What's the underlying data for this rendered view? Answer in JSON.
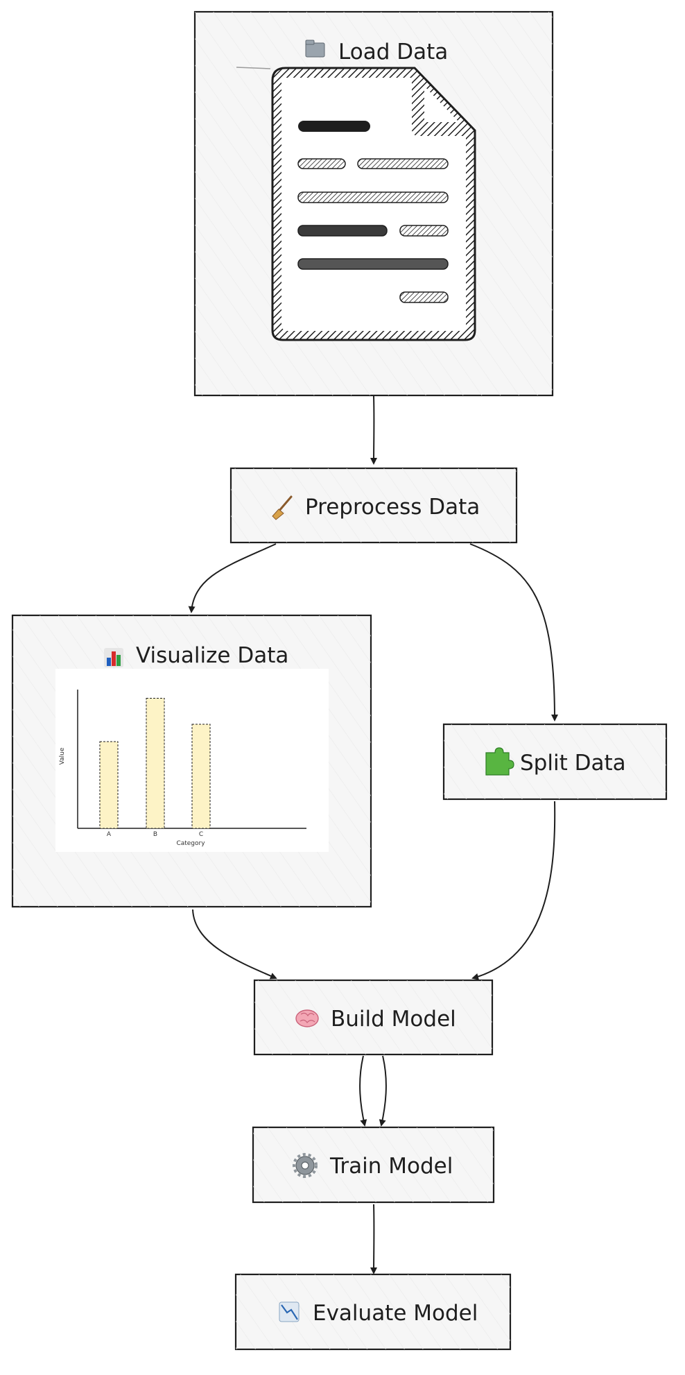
{
  "diagram": {
    "nodes": {
      "load": {
        "label": "Load Data",
        "icon": "folder-icon"
      },
      "preprocess": {
        "label": "Preprocess Data",
        "icon": "broom-icon"
      },
      "visualize": {
        "label": "Visualize Data",
        "icon": "bar-chart-icon"
      },
      "split": {
        "label": "Split Data",
        "icon": "puzzle-icon"
      },
      "build": {
        "label": "Build Model",
        "icon": "brain-icon"
      },
      "train": {
        "label": "Train Model",
        "icon": "gear-icon"
      },
      "evaluate": {
        "label": "Evaluate Model",
        "icon": "chart-decreasing-icon"
      }
    },
    "edges": [
      {
        "from": "Load Data",
        "to": "Preprocess Data"
      },
      {
        "from": "Preprocess Data",
        "to": "Visualize Data"
      },
      {
        "from": "Preprocess Data",
        "to": "Split Data"
      },
      {
        "from": "Visualize Data",
        "to": "Build Model"
      },
      {
        "from": "Split Data",
        "to": "Build Model"
      },
      {
        "from": "Build Model",
        "to": "Train Model"
      },
      {
        "from": "Build Model",
        "to": "Train Model"
      },
      {
        "from": "Train Model",
        "to": "Evaluate Model"
      }
    ],
    "colors": {
      "stroke": "#1e1e1e",
      "node_fill": "#f6f6f6",
      "bar_fill": "#fdf3c6"
    }
  },
  "chart_data": {
    "type": "bar",
    "categories": [
      "A",
      "B",
      "C"
    ],
    "values": [
      5,
      7.5,
      6
    ],
    "xlabel": "Category",
    "ylabel": "Value",
    "ylim": [
      0,
      8
    ]
  }
}
